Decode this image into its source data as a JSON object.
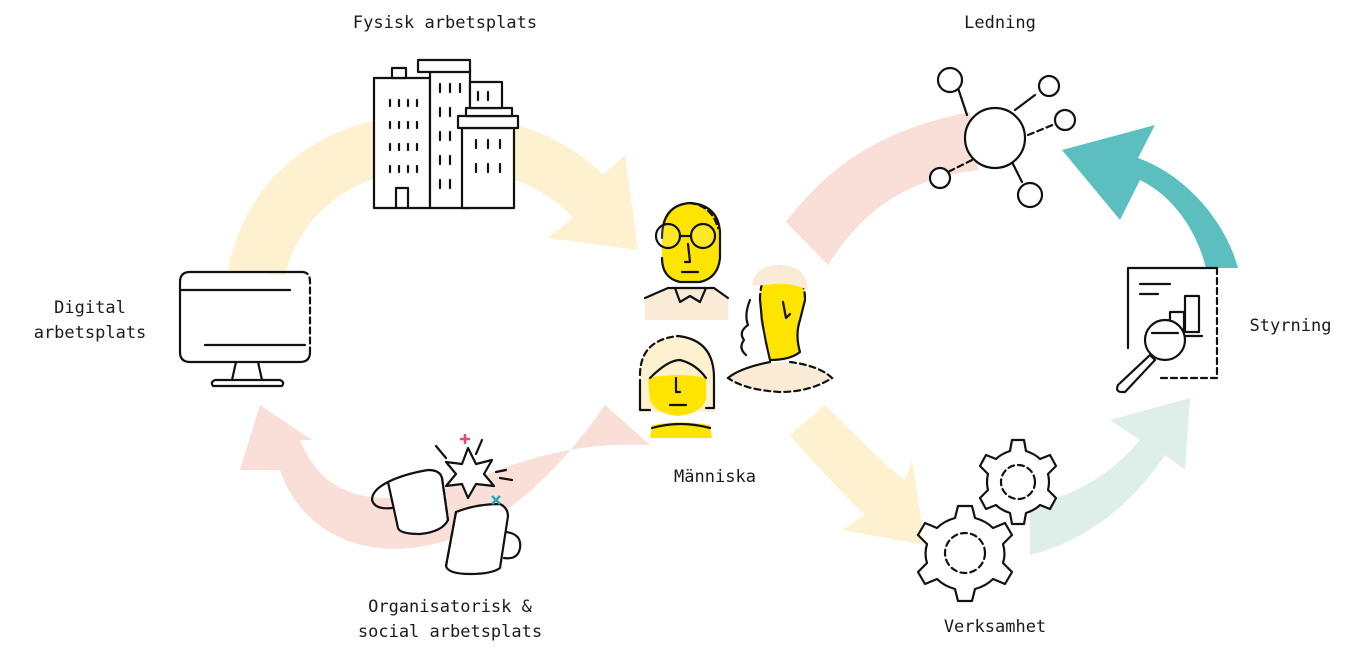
{
  "diagram": {
    "nodes": {
      "fysisk": {
        "label": "Fysisk arbetsplats",
        "icon": "building-icon"
      },
      "ledning": {
        "label": "Ledning",
        "icon": "network-hub-icon"
      },
      "digital": {
        "line1": "Digital",
        "line2": "arbetsplats",
        "icon": "monitor-icon"
      },
      "styrning": {
        "label": "Styrning",
        "icon": "report-magnifier-icon"
      },
      "manniska": {
        "label": "Människa",
        "icon": "people-icon"
      },
      "org": {
        "line1": "Organisatorisk &",
        "line2": "social arbetsplats",
        "icon": "clinking-mugs-icon"
      },
      "verksamhet": {
        "label": "Verksamhet",
        "icon": "gears-icon"
      }
    },
    "colors": {
      "yellow_arrow": "#FDF1CF",
      "pink_arrow": "#F9DFD7",
      "teal_arrow": "#5BBFC0",
      "mint_arrow": "#DDEFE8",
      "accent_yellow": "#FFE400",
      "skin": "#FAEBD7",
      "outline": "#111111",
      "pink_spark": "#E8467C",
      "teal_spark": "#2AA8B5"
    }
  }
}
